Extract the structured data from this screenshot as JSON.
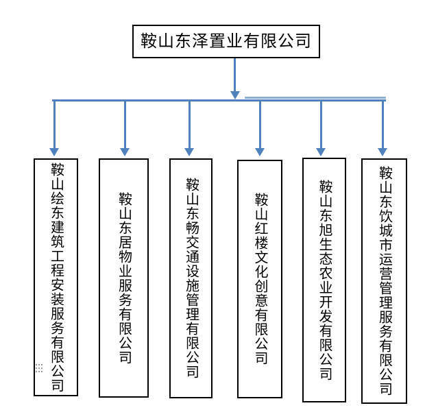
{
  "chart": {
    "type": "org-chart",
    "root": {
      "label": "鞍山东泽置业有限公司"
    },
    "children": [
      {
        "label": "鞍山绘东建筑工程安装服务有限公司"
      },
      {
        "label": "鞍山东居物业服务有限公司"
      },
      {
        "label": "鞍山东畅交通设施管理有限公司"
      },
      {
        "label": "鞍山红楼文化创意有限公司"
      },
      {
        "label": "鞍山东旭生态农业开发有限公司"
      },
      {
        "label": "鞍山东饮城市运营管理服务有限公司"
      }
    ]
  },
  "icons": [
    {
      "name": "arrow-down-icon",
      "meaning": "connector arrowhead pointing down"
    },
    {
      "name": "drag-handle-dots-icon",
      "meaning": "gray 3x3 dot drag/anchor handle"
    }
  ],
  "colors": {
    "connector": "#4f81bd",
    "connector_light": "#8fafd6",
    "box_border": "#000000",
    "text": "#000000",
    "background": "#ffffff",
    "handle_dots": "#9b9b9b"
  }
}
